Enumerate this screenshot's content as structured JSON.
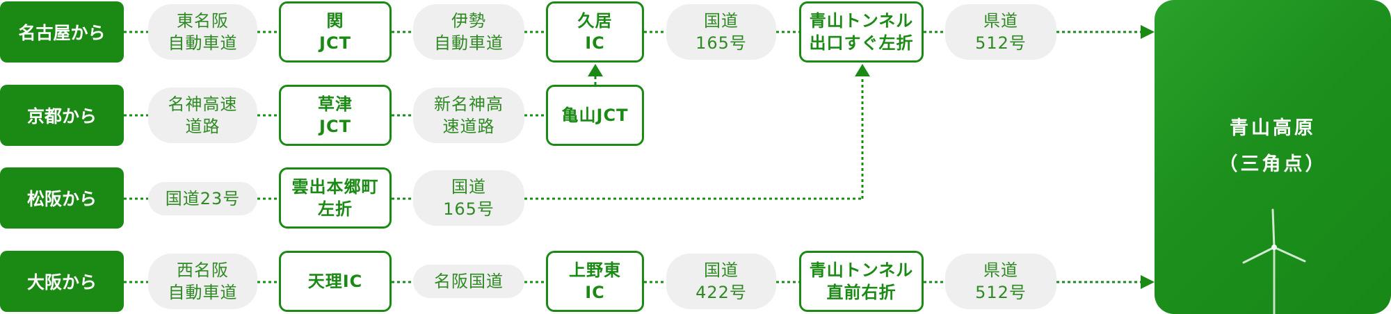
{
  "colors": {
    "accent": "#1a8a14",
    "road_bg": "#efefef",
    "road_text": "#2f8a24"
  },
  "origins": [
    "名古屋から",
    "京都から",
    "松阪から",
    "大阪から"
  ],
  "rows": [
    [
      {
        "kind": "road",
        "text": "東名阪\n自動車道"
      },
      {
        "kind": "junction",
        "text": "関\nJCT"
      },
      {
        "kind": "road",
        "text": "伊勢\n自動車道"
      },
      {
        "kind": "junction",
        "text": "久居\nIC"
      },
      {
        "kind": "road",
        "text": "国道\n165号"
      },
      {
        "kind": "junction",
        "text": "青山トンネル\n出口すぐ左折"
      },
      {
        "kind": "road",
        "text": "県道\n512号"
      }
    ],
    [
      {
        "kind": "road",
        "text": "名神高速\n道路"
      },
      {
        "kind": "junction",
        "text": "草津\nJCT"
      },
      {
        "kind": "road",
        "text": "新名神高\n速道路"
      },
      {
        "kind": "junction",
        "text": "亀山JCT"
      }
    ],
    [
      {
        "kind": "road",
        "text": "国道23号"
      },
      {
        "kind": "junction",
        "text": "雲出本郷町\n左折"
      },
      {
        "kind": "road",
        "text": "国道\n165号"
      }
    ],
    [
      {
        "kind": "road",
        "text": "西名阪\n自動車道"
      },
      {
        "kind": "junction",
        "text": "天理IC"
      },
      {
        "kind": "road",
        "text": "名阪国道"
      },
      {
        "kind": "junction",
        "text": "上野東\nIC"
      },
      {
        "kind": "road",
        "text": "国道\n422号"
      },
      {
        "kind": "junction",
        "text": "青山トンネル\n直前右折"
      },
      {
        "kind": "road",
        "text": "県道\n512号"
      }
    ]
  ],
  "destination": {
    "title": "青山高原",
    "subtitle": "（三角点）"
  },
  "icons": {
    "destination_decoration": "wind-turbine-icon"
  }
}
